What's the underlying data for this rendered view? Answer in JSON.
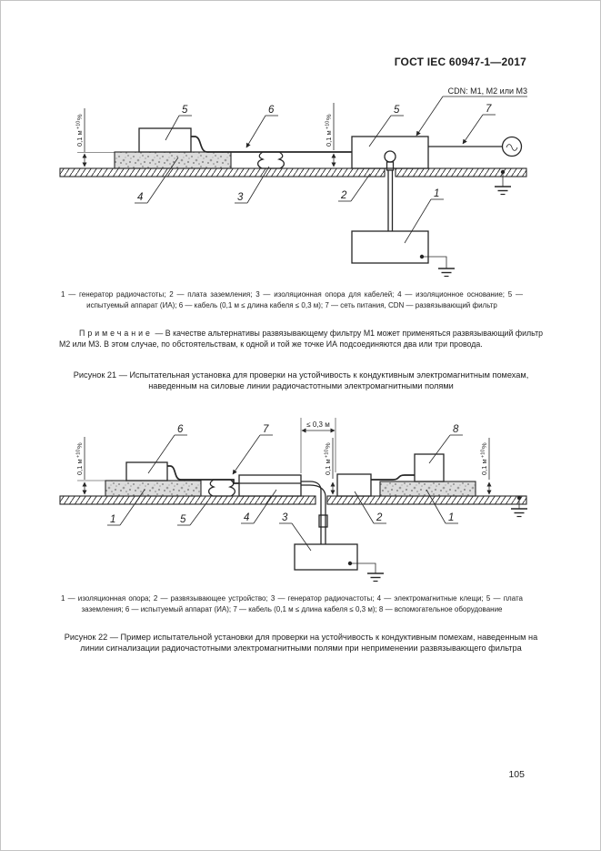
{
  "header": {
    "title": "ГОСТ IEC 60947-1—2017"
  },
  "footer": {
    "page_number": "105"
  },
  "dim": {
    "base": "0,1 м",
    "sup": "+10",
    "pct": "%"
  },
  "figure21": {
    "cdn_label": "CDN: M1, M2 или М3",
    "callouts": {
      "generator": "1",
      "ground_plate": "2",
      "cable_support": "3",
      "insulating_base": "4",
      "eut": "5",
      "cable": "6",
      "cdn_box": "5",
      "mains": "7"
    },
    "legend": "1 — генератор радиочастоты; 2 — плата заземления; 3 — изоляционная опора для кабелей; 4 — изоляционное основание; 5 — испытуемый аппарат (ИА); 6 — кабель (0,1 м ≤ длина кабеля ≤ 0,3 м); 7 — сеть питания, CDN — развязывающий фильтр",
    "caption": "Рисунок 21 — Испытательная установка для проверки на устойчивость к кондуктивным электромагнитным помехам, наведенным на силовые линии радиочастотными электромагнитными полями"
  },
  "note": {
    "label": "Примечание",
    "text": "— В качестве альтернативы развязывающему фильтру М1 может применяться развязывающий фильтр М2 или М3. В этом случае, по обстоятельствам, к одной и той же точке ИА подсоединяются два или три провода."
  },
  "figure22": {
    "dim_03": "≤ 0,3 м",
    "callouts": {
      "support_left": "1",
      "decoupler": "2",
      "generator": "3",
      "clamp": "4",
      "ground_plate": "5",
      "eut": "6",
      "cable": "7",
      "aux": "8",
      "support_right": "1"
    },
    "legend": "1 — изоляционная опора; 2 — развязывающее устройство; 3 — генератор радиочастоты; 4 — электромагнитные клещи; 5 — плата заземления; 6 — испытуемый аппарат (ИА); 7 — кабель (0,1 м ≤ длина кабеля ≤ 0,3 м); 8 — вспомогательное оборудование",
    "caption": "Рисунок 22 — Пример испытательной установки для проверки на устойчивость к кондуктивным помехам, наведенным на линии сигнализации радиочастотными электромагнитными полями при неприменении развязывающего фильтра"
  }
}
